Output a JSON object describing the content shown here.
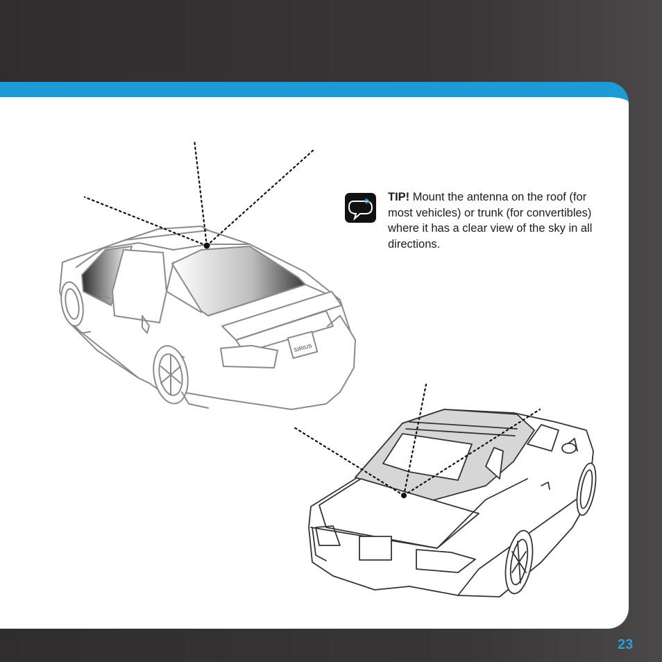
{
  "tip": {
    "label": "TIP!",
    "text": "Mount the antenna on the roof (for most vehicles) or trunk (for convertibles) where it has a clear view of the sky in all directions.",
    "icon": "speech-bubble-icon"
  },
  "sedan": {
    "license_plate_text": "SIRIUS"
  },
  "page": {
    "number": "23"
  },
  "colors": {
    "accent_bar": "#1e9ad6",
    "page_number": "#2a9fd8",
    "background": "#333132",
    "panel": "#ffffff",
    "soft_top": "#d6d6d6",
    "car_outline_sedan": "#8a8a8a",
    "car_outline_convertible": "#333333"
  }
}
